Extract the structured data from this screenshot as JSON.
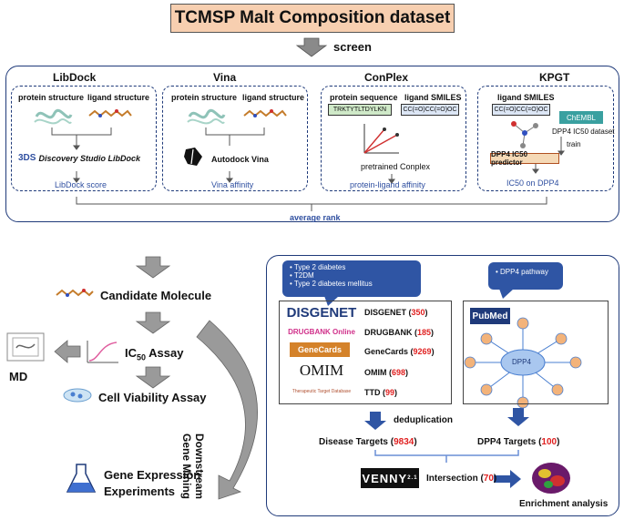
{
  "title": "TCMSP Malt Composition dataset",
  "screen_label": "screen",
  "methods": {
    "libdock": {
      "title": "LibDock",
      "protein": "protein structure",
      "ligand": "ligand structure",
      "tool": "Discovery Studio LibDock",
      "output": "LibDock score"
    },
    "vina": {
      "title": "Vina",
      "protein": "protein structure",
      "ligand": "ligand structure",
      "tool": "Autodock Vina",
      "output": "Vina affinity"
    },
    "conplex": {
      "title": "ConPlex",
      "protein": "protein sequence",
      "ligand": "ligand SMILES",
      "seq": "TRKTYTLTDYLKN",
      "smiles": "CC(=O)CC(=O)OC",
      "model": "pretrained Conplex",
      "output": "protein-ligand affinity"
    },
    "kpgt": {
      "title": "KPGT",
      "ligand": "ligand SMILES",
      "smiles": "CC(=O)CC(=O)OC",
      "chembl": "ChEMBL",
      "dataset": "DPP4 IC50 dataset",
      "train": "train",
      "predictor": "DPP4 IC50 predictor",
      "output": "IC50 on DPP4"
    }
  },
  "average_rank": "average rank",
  "left_flow": {
    "candidate": "Candidate Molecule",
    "ic50_main": "IC",
    "ic50_sub": "50",
    "ic50_tail": "Assay",
    "md": "MD",
    "viability": "Cell Viability Assay",
    "gene_expr_1": "Gene Expression",
    "gene_expr_2": "Experiments",
    "downstream_1": "Downstream",
    "downstream_2": "Gene Mining"
  },
  "disease_callout": [
    "Type 2 diabetes",
    "T2DM",
    "Type 2 diabetes mellitus"
  ],
  "dpp4_callout": [
    "DPP4 pathway"
  ],
  "databases": [
    {
      "logo": "DISGENET",
      "name": "DISGENET",
      "count": "350"
    },
    {
      "logo": "DRUGBANK Online",
      "name": "DRUGBANK",
      "count": "185"
    },
    {
      "logo": "GeneCards",
      "name": "GeneCards",
      "count": "9269"
    },
    {
      "logo": "OMIM",
      "name": "OMIM",
      "count": "698"
    },
    {
      "logo": "Therapeutic Target Database",
      "name": "TTD",
      "count": "99"
    }
  ],
  "pubmed_logo": "PubMed",
  "dpp4_node": "DPP4",
  "deduplication": "deduplication",
  "disease_targets": {
    "label": "Disease Targets",
    "count": "9834"
  },
  "dpp4_targets": {
    "label": "DPP4 Targets",
    "count": "100"
  },
  "venny": {
    "logo": "VENNY",
    "version": "2.1",
    "label": "Intersection",
    "count": "70"
  },
  "enrichment": "Enrichment analysis",
  "colors": {
    "title_bg": "#f7cfb0",
    "frame": "#1f3a7a",
    "callout": "#2f55a4",
    "count": "#e02020"
  }
}
